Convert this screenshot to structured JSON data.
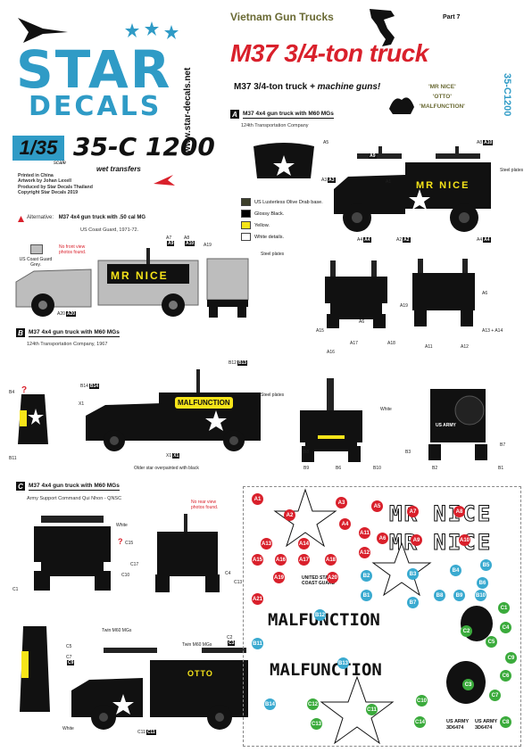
{
  "header": {
    "series": "Vietnam Gun Trucks",
    "part": "Part 7",
    "title": "M37 3/4-ton truck",
    "subtitle_plain": "M37 3/4-ton truck",
    "subtitle_italic": "+ machine guns!",
    "names": [
      "'MR NICE'",
      "'OTTO'",
      "'MALFUNCTION'"
    ],
    "code_vertical": "35-C1200"
  },
  "brand": {
    "logo_top": "STAR",
    "logo_bottom": "DECALS",
    "url": "www.star-decals.net",
    "scale": "1/35",
    "scale_label": "scale",
    "code": "35-C 1200",
    "transfer": "wet transfers",
    "credits": [
      "Printed in China",
      "Artwork by Johan Lexell",
      "Produced by Star Decals Thailand",
      "Copyright Star Decals 2019"
    ]
  },
  "legend": {
    "items": [
      {
        "label": "US Lusterless Olive Drab base.",
        "color": "#3c3f2a"
      },
      {
        "label": "Glossy Black.",
        "color": "#000000"
      },
      {
        "label": "Yellow.",
        "color": "#f6e419"
      },
      {
        "label": "White details.",
        "color": "#ffffff"
      }
    ]
  },
  "section_a": {
    "letter": "A",
    "title": "M37 4x4 gun truck with M60 MGs",
    "subtitle": "124th Transportation Company",
    "labels": [
      "A5",
      "A7",
      "A9",
      "A8",
      "A10",
      "A3",
      "A3",
      "A1",
      "A4",
      "A2",
      "A2",
      "A4",
      "A4",
      "A15",
      "A6",
      "A17",
      "A18",
      "A19",
      "A6",
      "A13",
      "+",
      "A14",
      "A11",
      "A12",
      "A16"
    ],
    "steel_plates": "Steel plates",
    "truck_text": "MR NICE"
  },
  "alternative": {
    "prefix": "Alternative:",
    "title": "M37 4x4 gun truck with .50 cal MG",
    "subtitle": "US Coast Guard, 1971-72.",
    "swatch_label": "US Coast Guard Grey.",
    "no_front": "No front view photos found.",
    "steel_plates": "Steel plates",
    "labels": [
      "A7",
      "A9",
      "A8",
      "A10",
      "A19",
      "A20",
      "A20"
    ],
    "truck_text": "MR NICE"
  },
  "section_b": {
    "letter": "B",
    "title": "M37 4x4 gun truck with M60 MGs",
    "subtitle": "124th Transportation Company, 1967",
    "labels": [
      "B12",
      "B13",
      "B14",
      "B14",
      "B4",
      "B11",
      "X1",
      "X1",
      "X1",
      "B8",
      "B9",
      "B6",
      "B10",
      "B3",
      "B7",
      "B2",
      "B1"
    ],
    "steel_plates": "Steel plates",
    "white": "White",
    "older_star": "Older star overpainted with black",
    "truck_text": "MALFUNCTION",
    "rear_text": "US ARMY"
  },
  "section_c": {
    "letter": "C",
    "title": "M37 4x4 gun truck with M60 MGs",
    "subtitle": "Army Support Command Qui Nhon - QNSC",
    "no_rear": "No rear view photos found.",
    "white_top": "White",
    "white_bottom": "White",
    "twin_left": "Twin M60 MGs",
    "twin_right": "Twin M60 MGs",
    "labels": [
      "C1",
      "C10",
      "C15",
      "C17",
      "C4",
      "C13",
      "C2",
      "C3",
      "C5",
      "C7",
      "C9",
      "C11",
      "C11"
    ],
    "truck_text": "OTTO"
  },
  "decal_sheet": {
    "red_markers": [
      "A1",
      "A2",
      "A3",
      "A4",
      "A5",
      "A6",
      "A7",
      "A8",
      "A9",
      "A10",
      "A11",
      "A12",
      "A13",
      "A14",
      "A15",
      "A16",
      "A17",
      "A18",
      "A19",
      "A20",
      "A21"
    ],
    "blue_markers": [
      "B1",
      "B2",
      "B3",
      "B4",
      "B5",
      "B6",
      "B7",
      "B8",
      "B9",
      "B10",
      "B11",
      "B12",
      "B13",
      "B14"
    ],
    "green_markers": [
      "C1",
      "C2",
      "C3",
      "C4",
      "C5",
      "C6",
      "C7",
      "C8",
      "C9",
      "C10",
      "C11",
      "C12",
      "C13",
      "C14"
    ],
    "mr_nice": "MR NICE",
    "malfunction_1": "MALFUNCTION",
    "malfunction_2": "MALFUNCTION",
    "coast_guard": "UNITED STATES COAST GUARD",
    "us_army": "US ARMY",
    "serial": "3D6474"
  }
}
